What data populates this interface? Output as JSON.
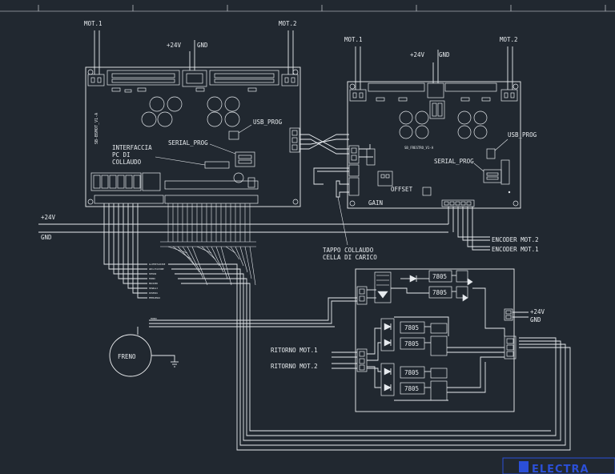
{
  "board_left": {
    "mot1": "MOT.1",
    "mot2": "MOT.2",
    "plus24": "+24V",
    "gnd": "GND",
    "usb_prog": "USB_PROG",
    "serial_prog": "SERIAL_PROG",
    "interface_line1": "INTERFACCIA",
    "interface_line2": "PC DI",
    "interface_line3": "COLLAUDO",
    "pcb_code": "SB-BSMOT_V1-A"
  },
  "board_right": {
    "mot1": "MOT.1",
    "mot2": "MOT.2",
    "plus24": "+24V",
    "gnd": "GND",
    "usb_prog": "USB_PROG",
    "serial_prog": "SERIAL_PROG",
    "offset": "OFFSET",
    "gain": "GAIN",
    "pcb_code": "SB_FRESTRO_V1-A"
  },
  "bus": {
    "plus24": "+24V",
    "gnd": "GND"
  },
  "labels": {
    "tappo_line1": "TAPPO COLLAUDO",
    "tappo_line2": "CELLA DI CARICO",
    "encoder_mot2": "ENCODER MOT.2",
    "encoder_mot1": "ENCODER MOT.1",
    "freno": "FRENO",
    "ritorno_mot1": "RITORNO MOT.1",
    "ritorno_mot2": "RITORNO MOT.2",
    "relay_plus24": "+24V",
    "relay_gnd": "GND"
  },
  "regulators": [
    "7805",
    "7805",
    "7805",
    "7805",
    "7805",
    "7805"
  ],
  "harness_labels": [
    "ALIMENTAZIONE",
    "ABILITAZIONE",
    "SPEGNI",
    "FRENO",
    "ENCODER",
    "SEGNALI",
    "RISERVA",
    "EMERGENZA"
  ],
  "logo": "ELECTRA",
  "colors": {
    "background": "#212830",
    "line": "#e6eaee",
    "logo": "#2b4fd8"
  }
}
